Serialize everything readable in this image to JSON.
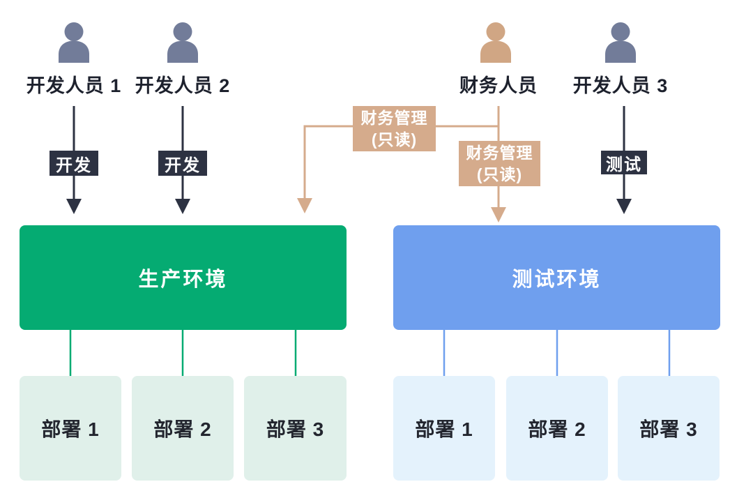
{
  "diagram": {
    "actors": [
      {
        "label": "开发人员 1",
        "role": "developer"
      },
      {
        "label": "开发人员 2",
        "role": "developer"
      },
      {
        "label": "财务人员",
        "role": "finance"
      },
      {
        "label": "开发人员 3",
        "role": "developer"
      }
    ],
    "badges": {
      "develop": "开发",
      "test": "测试"
    },
    "finance_permission": {
      "line1": "财务管理",
      "line2": "(只读)"
    },
    "environments": [
      {
        "name": "生产环境",
        "deployments": [
          "部署 1",
          "部署 2",
          "部署 3"
        ]
      },
      {
        "name": "测试环境",
        "deployments": [
          "部署 1",
          "部署 2",
          "部署 3"
        ]
      }
    ],
    "colors": {
      "production_env": "#05ab72",
      "production_deploy_bg": "#e0f0ea",
      "test_env": "#6f9fee",
      "test_deploy_bg": "#e4f2fc",
      "developer_icon": "#727c99",
      "finance_icon": "#d0a684",
      "finance_accent": "#d5ab8c",
      "dark_arrow": "#2d3242",
      "text": "#1d212d"
    }
  }
}
